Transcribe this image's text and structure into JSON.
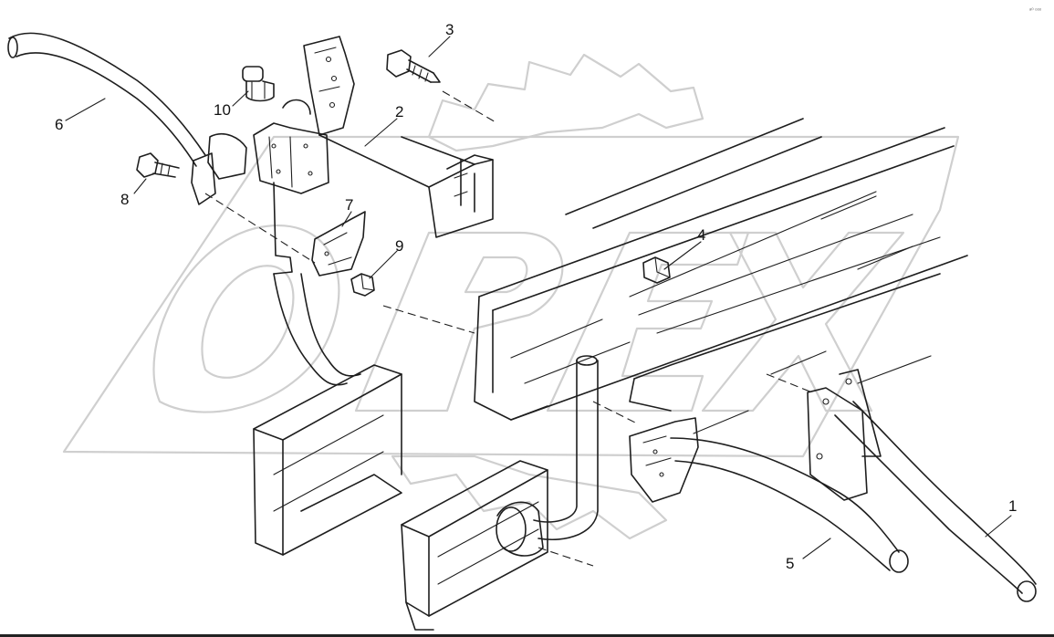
{
  "diagram": {
    "watermark_text": "OPEX",
    "corner_mark": "ᵃ⁰ ᵒᵒᵒ",
    "callouts": [
      {
        "id": "1",
        "label": "1"
      },
      {
        "id": "2",
        "label": "2"
      },
      {
        "id": "3",
        "label": "3"
      },
      {
        "id": "4",
        "label": "4"
      },
      {
        "id": "5",
        "label": "5"
      },
      {
        "id": "6",
        "label": "6"
      },
      {
        "id": "7",
        "label": "7"
      },
      {
        "id": "8",
        "label": "8"
      },
      {
        "id": "9",
        "label": "9"
      },
      {
        "id": "10",
        "label": "10"
      }
    ]
  }
}
